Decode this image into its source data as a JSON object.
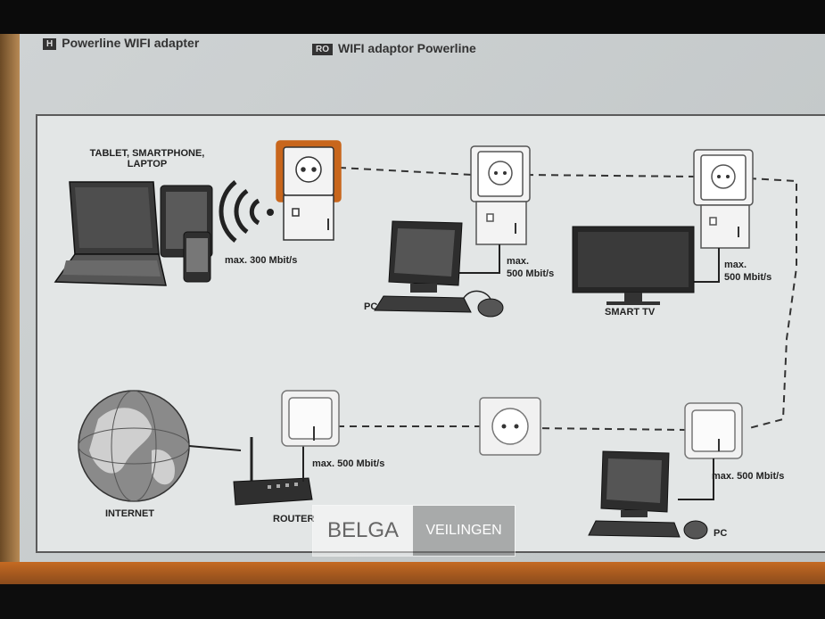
{
  "header": {
    "left": {
      "tag": "H",
      "title": "Powerline WIFI adapter"
    },
    "right": {
      "tag": "RO",
      "title": "WIFI adaptor Powerline"
    }
  },
  "devices": {
    "mobile_label_line1": "TABLET, SMARTPHONE,",
    "mobile_label_line2": "LAPTOP",
    "pc_top": "PC",
    "smart_tv": "SMART TV",
    "internet": "INTERNET",
    "router": "ROUTER",
    "pc_bottom": "PC"
  },
  "speeds": {
    "wifi": "max. 300 Mbit/s",
    "pc_top_line1": "max.",
    "pc_top_line2": "500 Mbit/s",
    "tv_line1": "max.",
    "tv_line2": "500 Mbit/s",
    "router": "max. 500 Mbit/s",
    "pc_bottom": "max. 500 Mbit/s"
  },
  "watermark": {
    "left": "BELGA",
    "right": "VEILINGEN"
  },
  "colors": {
    "accent": "#c8661c",
    "paper": "#e3e6e6",
    "line": "#333333"
  }
}
